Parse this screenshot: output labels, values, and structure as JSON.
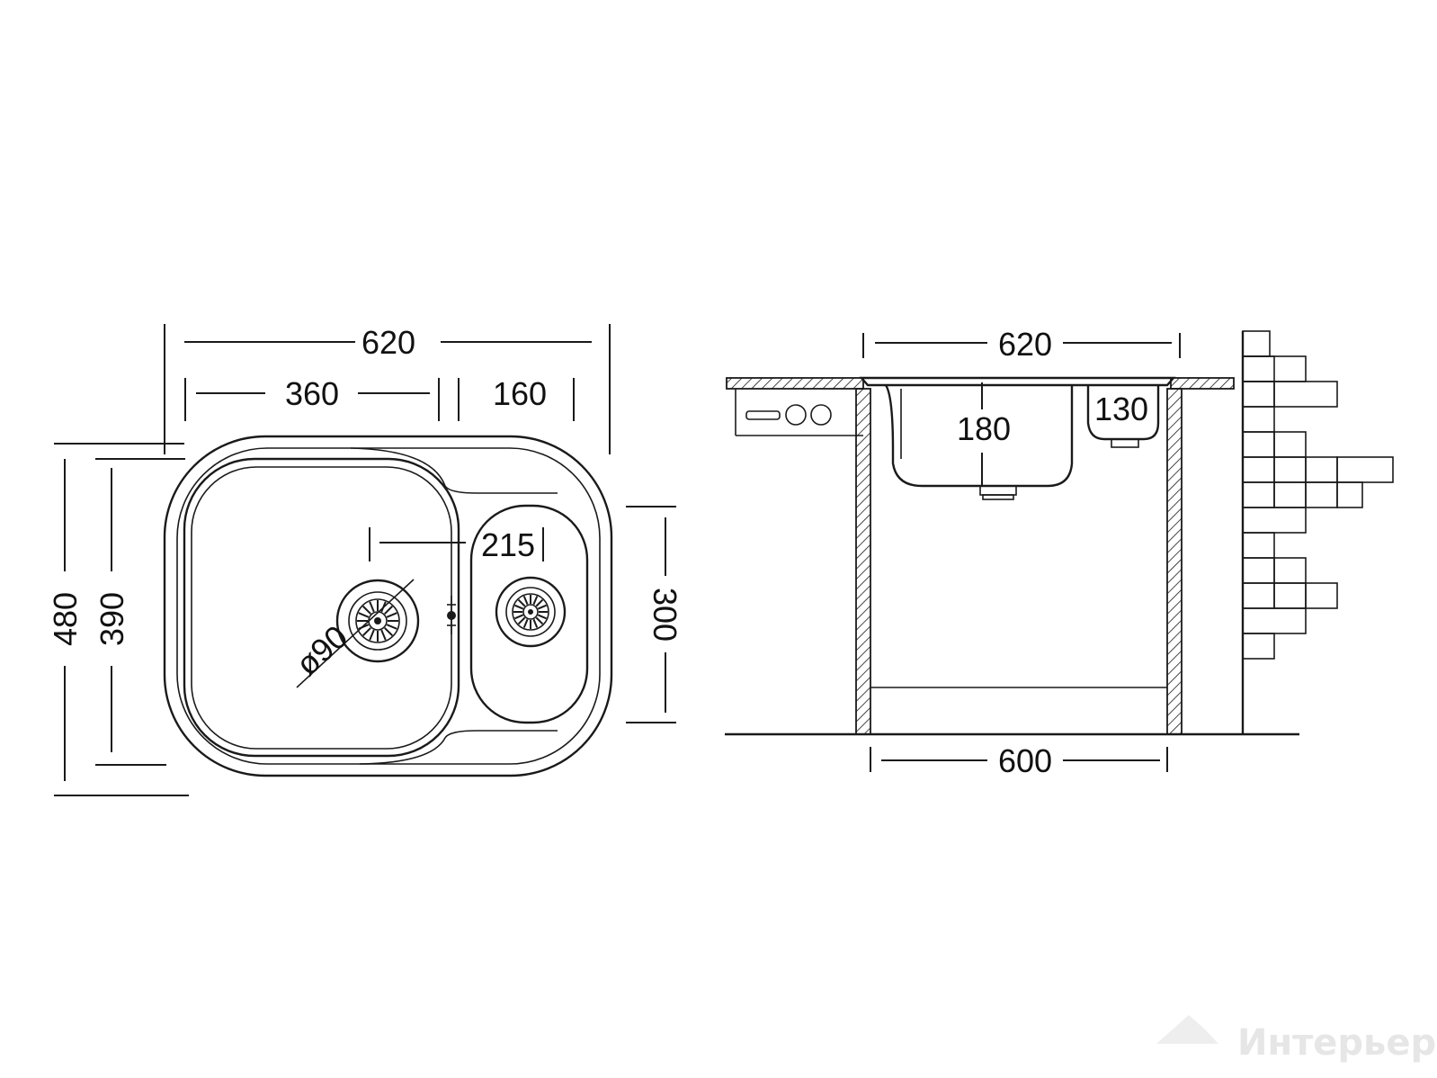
{
  "colors": {
    "stroke": "#1a1a1a",
    "background": "#ffffff",
    "watermark": "#e6e6e6"
  },
  "top_view": {
    "overall_width": "620",
    "left_bowl_width": "360",
    "right_bowl_width": "160",
    "overall_depth": "480",
    "inner_depth": "390",
    "small_bowl_depth": "300",
    "drain_spacing": "215",
    "drain_diameter": "ø90"
  },
  "side_view": {
    "overall_width": "620",
    "cabinet_width": "600",
    "main_bowl_depth": "180",
    "small_bowl_depth": "130"
  },
  "watermark": "Интерьер"
}
